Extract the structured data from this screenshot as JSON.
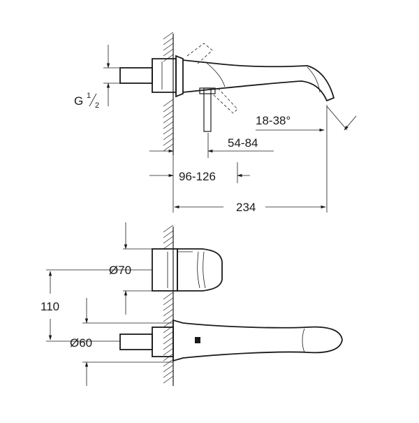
{
  "colors": {
    "line": "#1a1a1a",
    "background": "#ffffff"
  },
  "dimensions": {
    "thread_base": "G",
    "thread_num": "1",
    "thread_den": "2",
    "angle": "18-38°",
    "depth_short": "54-84",
    "depth_long": "96-126",
    "projection": "234",
    "center_distance": "110",
    "diameter_body": "Ø70",
    "diameter_spout": "Ø60"
  }
}
